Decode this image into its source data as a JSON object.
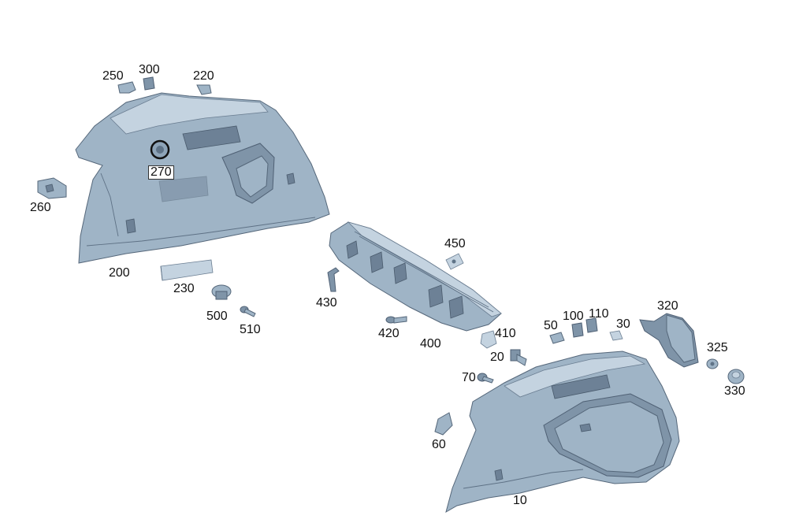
{
  "callouts": {
    "c10": "10",
    "c20": "20",
    "c30": "30",
    "c50": "50",
    "c60": "60",
    "c70": "70",
    "c100": "100",
    "c110": "110",
    "c200": "200",
    "c220": "220",
    "c230": "230",
    "c250": "250",
    "c260": "260",
    "c270": "270",
    "c300": "300",
    "c320": "320",
    "c325": "325",
    "c330": "330",
    "c400": "400",
    "c410": "410",
    "c420": "420",
    "c430": "430",
    "c450": "450",
    "c500": "500",
    "c510": "510"
  },
  "colors": {
    "part_fill": "#9fb4c6",
    "part_stroke": "#55677a",
    "highlight_ring": "#111111"
  }
}
